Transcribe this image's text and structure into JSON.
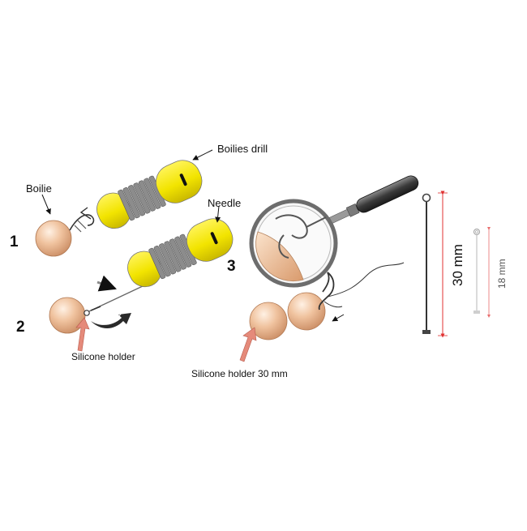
{
  "labels": {
    "boilies_drill": "Boilies drill",
    "boilie": "Boilie",
    "needle": "Needle",
    "silicone_holder": "Silicone holder",
    "silicone_holder_30": "Silicone holder 30 mm"
  },
  "steps": [
    "1",
    "2",
    "3"
  ],
  "dimensions": {
    "long": "30 mm",
    "short": "18 mm"
  },
  "colors": {
    "boilie": "#e8b58e",
    "drill_yellow": "#f2e600",
    "coil_grey": "#8c8c8c",
    "dimension_red": "#e03030",
    "arrow_red": "#e58a7a"
  }
}
